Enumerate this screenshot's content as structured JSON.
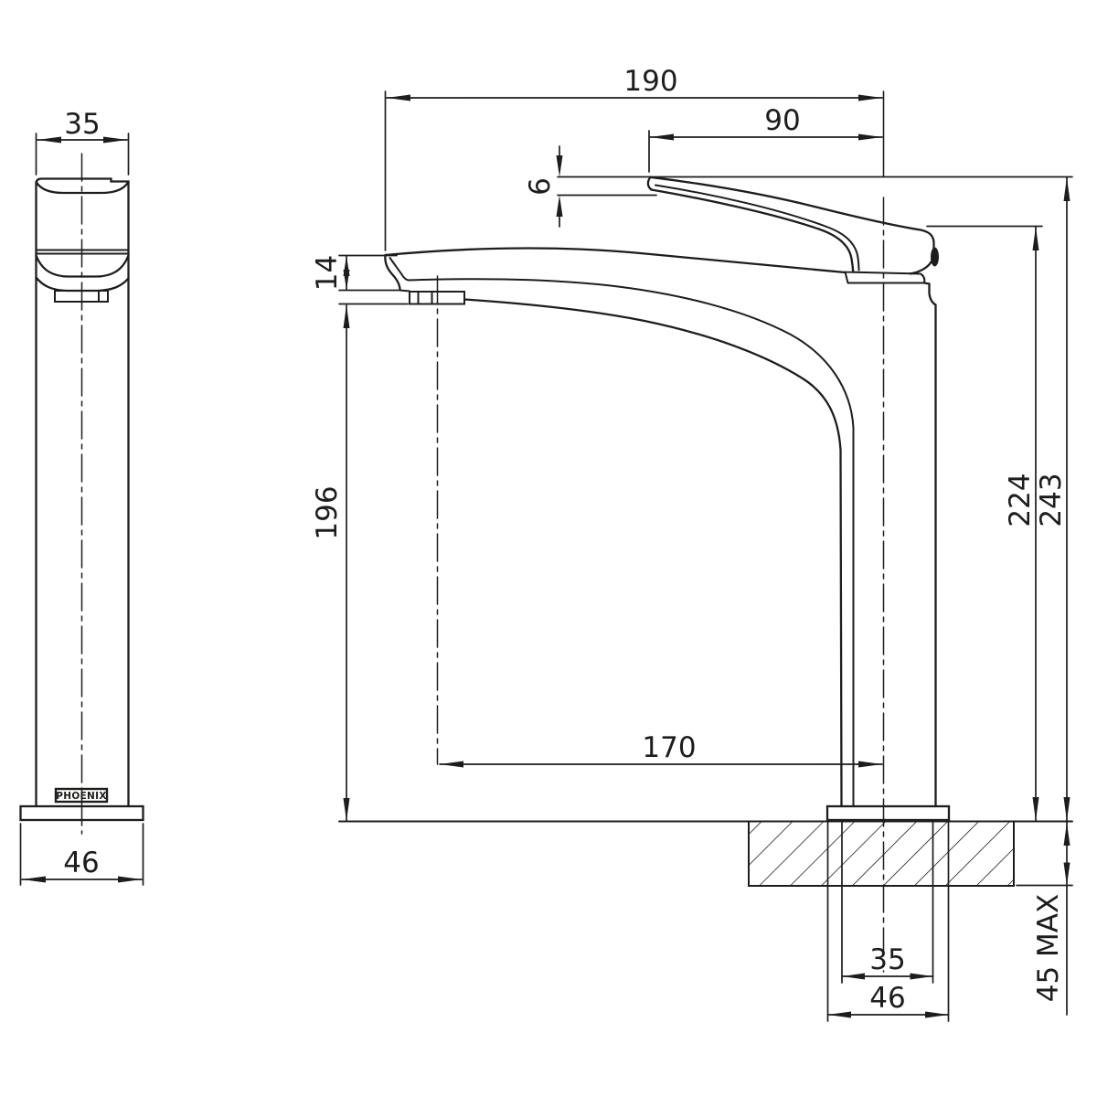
{
  "brand_label": "PHOENIX",
  "dims": {
    "front_top_width": "35",
    "front_base_width": "46",
    "reach_overall": "190",
    "handle_reach": "90",
    "handle_tip_thickness": "6",
    "spout_tip_height": "14",
    "spout_height": "196",
    "reach_to_center": "170",
    "height_to_body_top": "224",
    "overall_height": "243",
    "shank_width": "35",
    "base_plate_width": "46",
    "bench_thickness_max": "45 MAX"
  },
  "colors": {
    "line": "#1d1d1b",
    "background": "#ffffff"
  }
}
